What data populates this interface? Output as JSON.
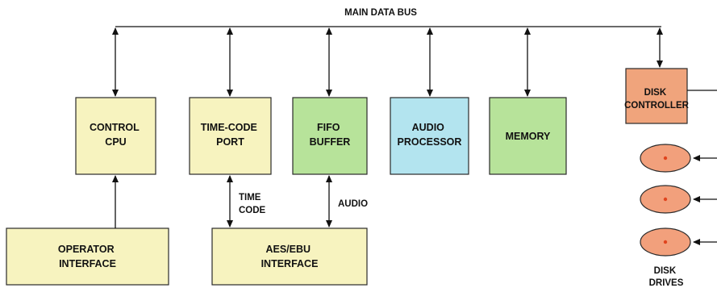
{
  "bus_label": "MAIN DATA BUS",
  "blocks": {
    "control_cpu": [
      "CONTROL",
      "CPU"
    ],
    "timecode_port": [
      "TIME-CODE",
      "PORT"
    ],
    "fifo_buffer": [
      "FIFO",
      "BUFFER"
    ],
    "audio_processor": [
      "AUDIO",
      "PROCESSOR"
    ],
    "memory": [
      "MEMORY"
    ],
    "disk_controller": [
      "DISK",
      "CONTROLLER"
    ],
    "operator_interface": [
      "OPERATOR",
      "INTERFACE"
    ],
    "aes_ebu_interface": [
      "AES/EBU",
      "INTERFACE"
    ]
  },
  "edge_labels": {
    "time_code": [
      "TIME",
      "CODE"
    ],
    "audio": "AUDIO"
  },
  "disk_drives_label": [
    "DISK",
    "DRIVES"
  ],
  "colors": {
    "cream": "#f7f3bf",
    "green": "#b7e39a",
    "cyan": "#b3e4ef",
    "salmon": "#f0a47c",
    "disk": "#f2a07c",
    "disk_dot": "#e0441e"
  }
}
